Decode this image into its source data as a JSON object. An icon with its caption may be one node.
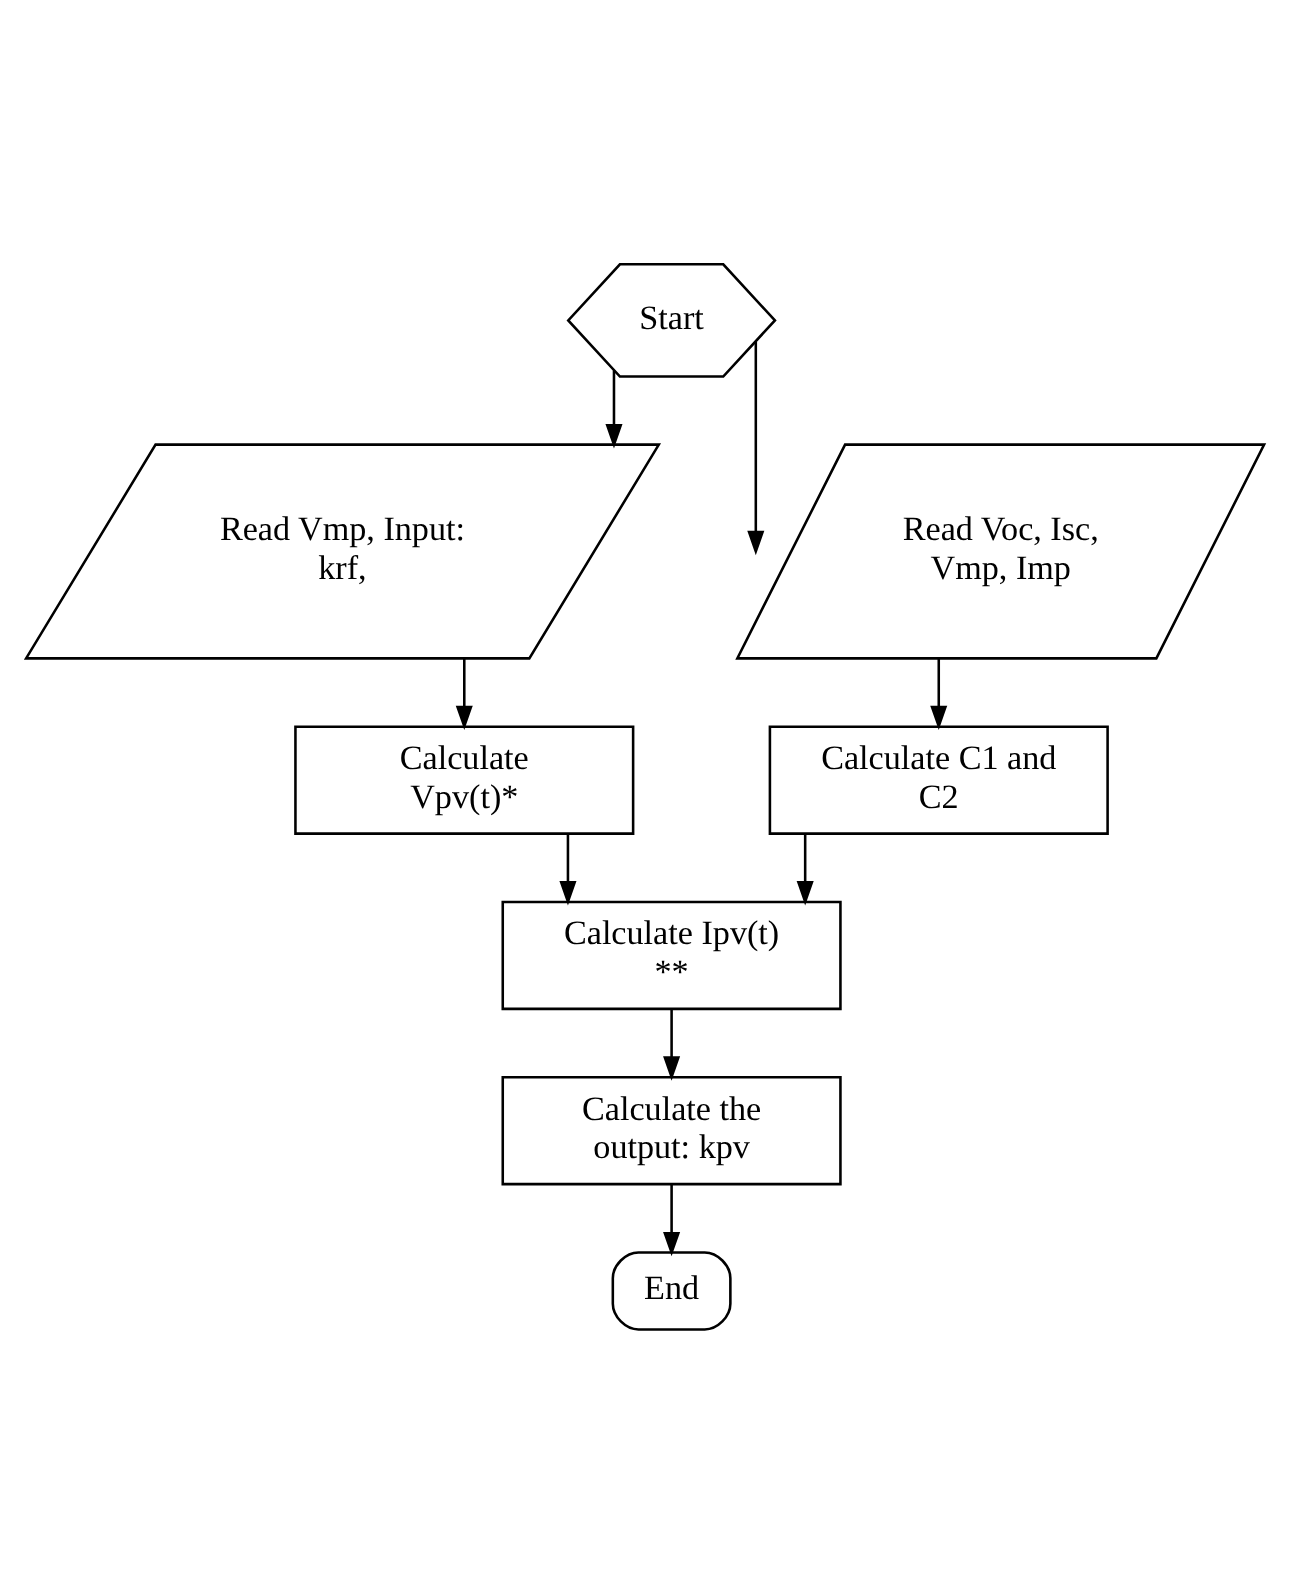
{
  "diagram": {
    "nodes": [
      {
        "text": [
          "Start"
        ]
      },
      {
        "text": [
          "Read Vmp, Input: krf,"
        ]
      },
      {
        "text": [
          "Read Voc, Isc, Vmp, Imp"
        ]
      },
      {
        "text": [
          "Calculate Vpv(t)*"
        ]
      },
      {
        "text": [
          "Calculate C1 and C2"
        ]
      },
      {
        "text": [
          "Calculate Ipv(t) **"
        ]
      },
      {
        "text": [
          "Calculate the output: kpv"
        ]
      },
      {
        "text": [
          "End"
        ]
      }
    ],
    "edges": [
      {
        "from": 0,
        "to": 1,
        "arrow": "to"
      },
      {
        "from": 0,
        "to": 2,
        "arrow": "to"
      },
      {
        "from": 1,
        "to": 3,
        "arrow": "to"
      },
      {
        "from": 2,
        "to": 4,
        "arrow": "to"
      },
      {
        "from": 3,
        "to": 5,
        "arrow": "to"
      },
      {
        "from": 4,
        "to": 5,
        "arrow": "to"
      },
      {
        "from": 5,
        "to": 6,
        "arrow": "to"
      },
      {
        "from": 6,
        "to": 7,
        "arrow": "to"
      }
    ]
  }
}
